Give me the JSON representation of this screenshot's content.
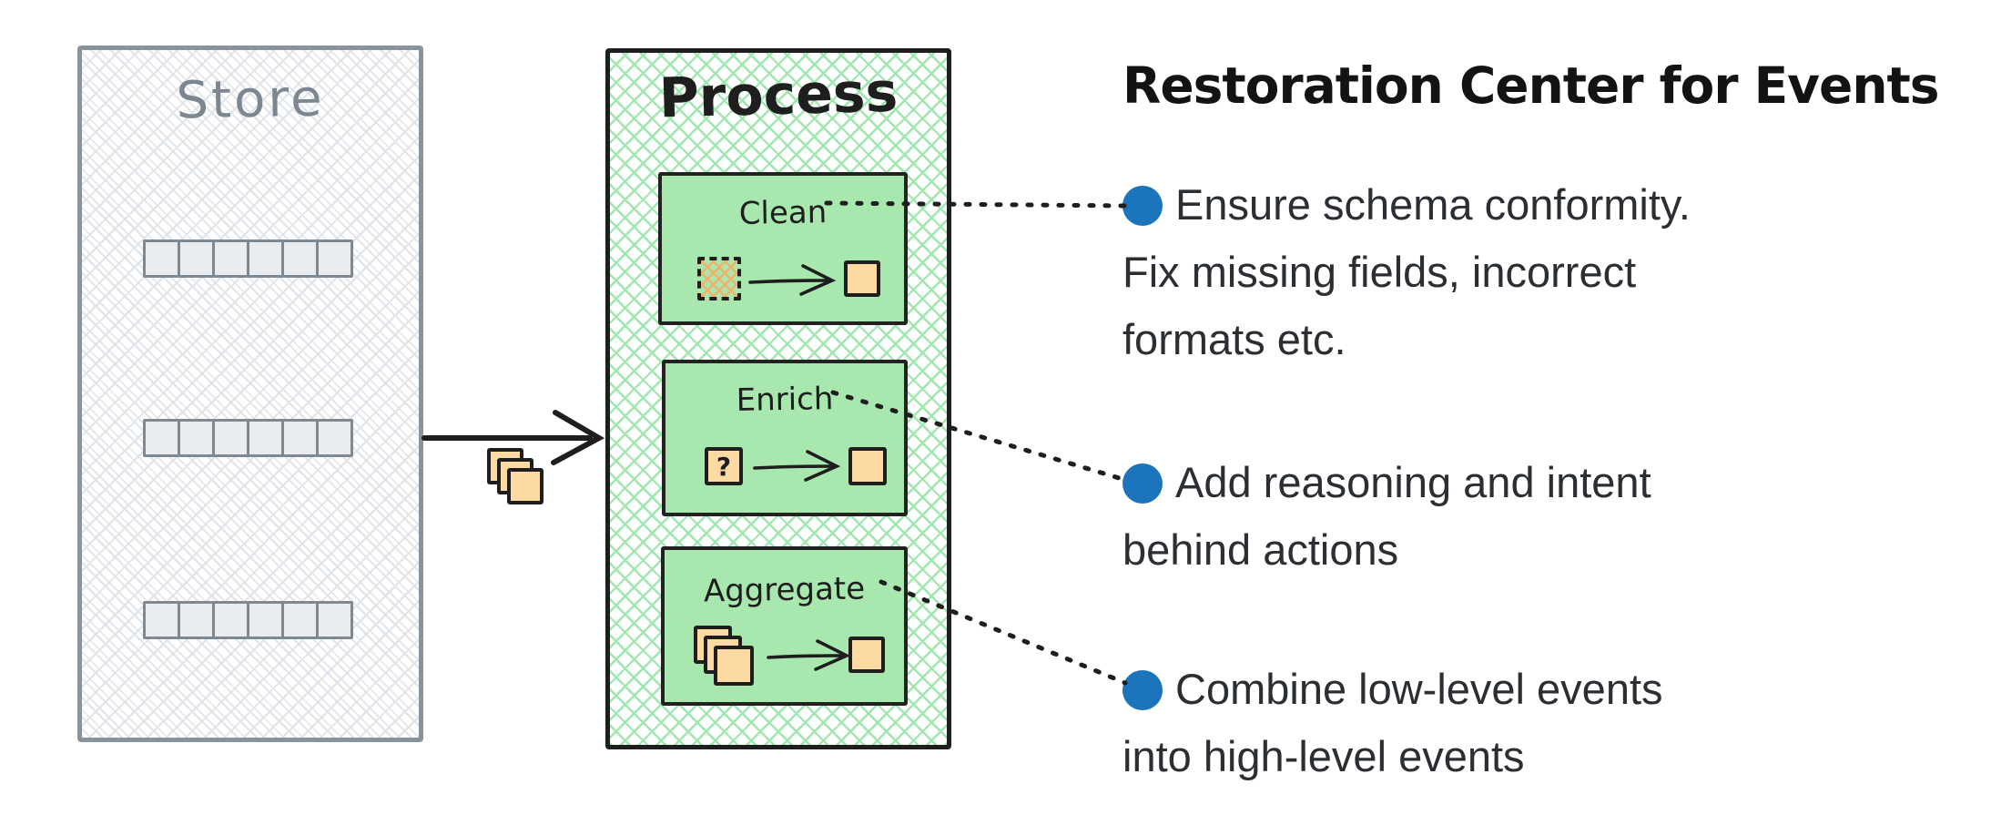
{
  "store": {
    "title": "Store",
    "shelf_rows": 3,
    "cells_per_row": 6
  },
  "process": {
    "title": "Process",
    "steps": [
      {
        "label": "Clean",
        "input_icon": "dirty-event-square",
        "output_icon": "event-square"
      },
      {
        "label": "Enrich",
        "input_icon": "unknown-event-square",
        "input_glyph": "?",
        "output_icon": "event-square"
      },
      {
        "label": "Aggregate",
        "input_icon": "event-stack",
        "output_icon": "event-square"
      }
    ]
  },
  "flow": {
    "arrow": "store-to-process",
    "payload_icon": "event-stack"
  },
  "notes": {
    "title": "Restoration Center for Events",
    "bullets": [
      {
        "lines": [
          "Ensure schema conformity.",
          "Fix missing fields, incorrect",
          "formats etc."
        ]
      },
      {
        "lines": [
          "Add reasoning and intent",
          "behind actions"
        ]
      },
      {
        "lines": [
          "Combine low-level events",
          "into high-level events"
        ]
      }
    ]
  },
  "colors": {
    "paper": "#ffffff",
    "ink": "#1e1e1e",
    "bullet-blue": "#1b74bc",
    "green-fill": "#a8e8af",
    "green-hatch": "#9fe7ae",
    "orange-fill": "#fdd9a3",
    "orange-hatch": "#f0b26b",
    "gray-border": "#8a929b",
    "gray-hatch": "#e0e4e9",
    "cell-fill": "#e9edf0",
    "store-title": "#7d8791",
    "body-text": "#2b2f33"
  }
}
